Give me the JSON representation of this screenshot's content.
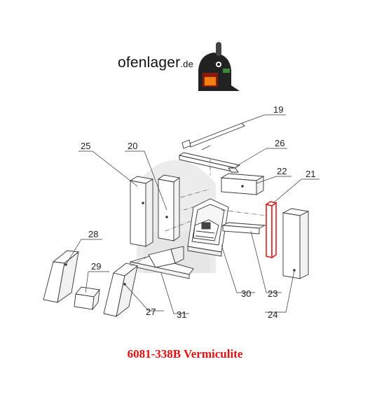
{
  "brand": {
    "name": "ofenlager",
    "tld": ".de"
  },
  "title": "6081-338B Vermiculite",
  "colors": {
    "highlight": "#e02020",
    "title": "#e01010",
    "line": "#333333",
    "watermark": "#e4e4e4"
  },
  "labels": {
    "p19": "19",
    "p26": "26",
    "p22": "22",
    "p21": "21",
    "p25": "25",
    "p20": "20",
    "p28": "28",
    "p29": "29",
    "p27": "27",
    "p31": "31",
    "p30": "30",
    "p23": "23",
    "p24": "24"
  },
  "highlighted_part": "21"
}
